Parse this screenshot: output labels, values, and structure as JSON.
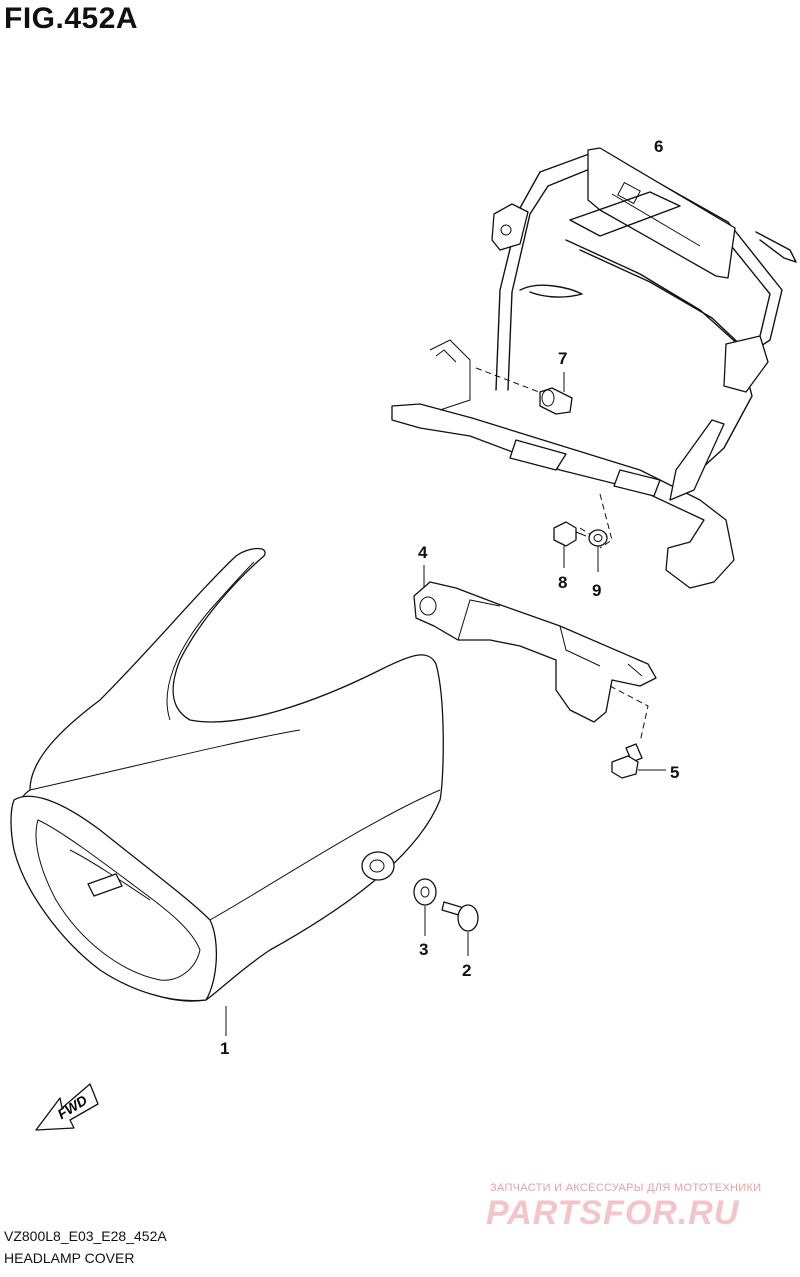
{
  "figure": {
    "title": "FIG.452A",
    "model_code": "VZ800L8_E03_E28_452A",
    "caption": "HEADLAMP COVER"
  },
  "callouts": [
    {
      "id": "1",
      "label": "1"
    },
    {
      "id": "2",
      "label": "2"
    },
    {
      "id": "3",
      "label": "3"
    },
    {
      "id": "4",
      "label": "4"
    },
    {
      "id": "5",
      "label": "5"
    },
    {
      "id": "6",
      "label": "6"
    },
    {
      "id": "7",
      "label": "7"
    },
    {
      "id": "8",
      "label": "8"
    },
    {
      "id": "9",
      "label": "9"
    }
  ],
  "fwd_arrow": {
    "label": "FWD"
  },
  "watermark": {
    "tagline": "ЗАПЧАСТИ И АКСЕССУАРЫ ДЛЯ МОТОТЕХНИКИ",
    "logo": "PARTSFOR.RU"
  }
}
